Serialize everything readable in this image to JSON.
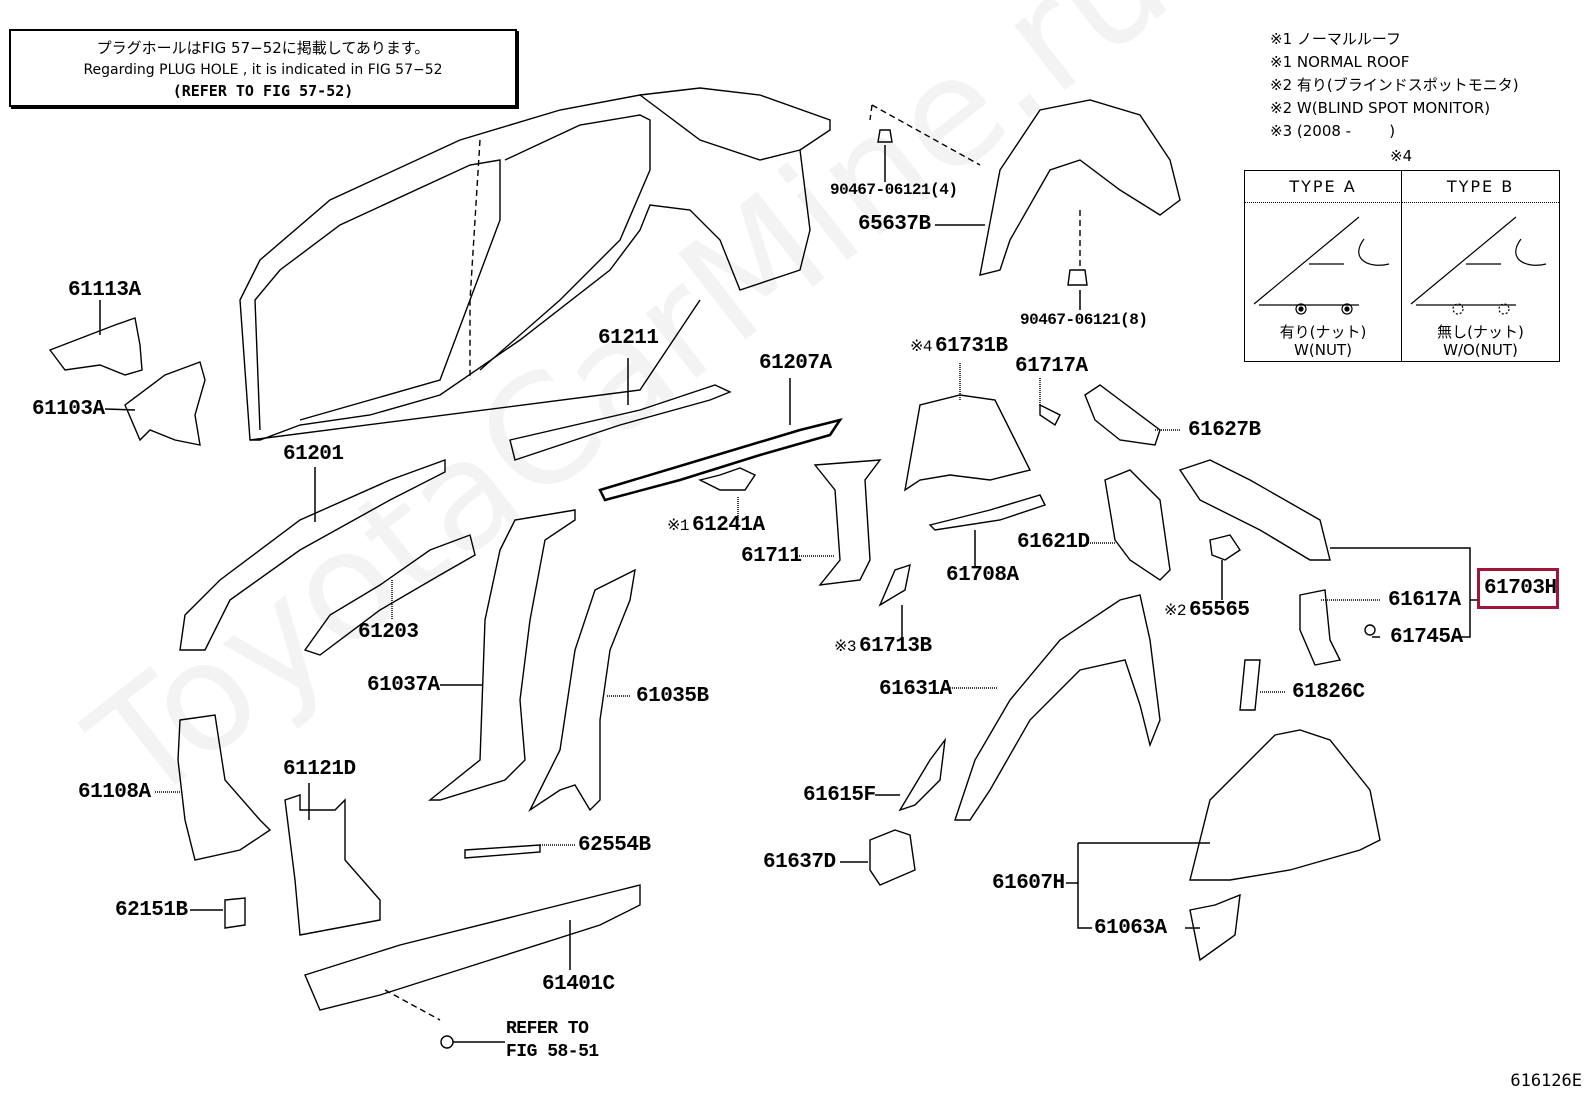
{
  "note": {
    "line_jp": "プラグホールはFIG 57−52に掲載してあります。",
    "line_en": "Regarding PLUG HOLE , it is indicated in FIG 57−52",
    "line_ref": "(REFER TO FIG 57-52)"
  },
  "legend": {
    "items": [
      "※1 ノーマルルーフ",
      "※1 NORMAL ROOF",
      "※2 有り(ブラインドスポットモニタ)",
      "※2 W(BLIND SPOT MONITOR)",
      "※3 (2008 -        )"
    ],
    "mark4": "※4",
    "type_a": {
      "title": "TYPE A",
      "cap_jp": "有り(ナット)",
      "cap_en": "W(NUT)"
    },
    "type_b": {
      "title": "TYPE B",
      "cap_jp": "無し(ナット)",
      "cap_en": "W/O(NUT)"
    }
  },
  "parts": {
    "p90467_4": "90467-06121(4)",
    "p65637B": "65637B",
    "p90467_8": "90467-06121(8)",
    "p61113A": "61113A",
    "p61103A": "61103A",
    "p61211": "61211",
    "p61207A": "61207A",
    "p61731B": "61731B",
    "p61731B_mark": "※4",
    "p61717A": "61717A",
    "p61627B": "61627B",
    "p61201": "61201",
    "p61241A": "61241A",
    "p61241A_mark": "※1",
    "p61711": "61711",
    "p61708A": "61708A",
    "p61621D": "61621D",
    "p65565": "65565",
    "p65565_mark": "※2",
    "p61617A": "61617A",
    "p61703H": "61703H",
    "p61745A": "61745A",
    "p61203": "61203",
    "p61713B": "61713B",
    "p61713B_mark": "※3",
    "p61037A": "61037A",
    "p61035B": "61035B",
    "p61631A": "61631A",
    "p61826C": "61826C",
    "p61108A": "61108A",
    "p61121D": "61121D",
    "p61615F": "61615F",
    "p62554B": "62554B",
    "p61637D": "61637D",
    "p61607H": "61607H",
    "p62151B": "62151B",
    "p61063A": "61063A",
    "p61401C": "61401C",
    "refer_line1": "REFER TO",
    "refer_line2": "FIG 58-51"
  },
  "highlight_color": "#a0163a",
  "figure_number": "616126E",
  "watermark": "ToyotaCarMine.ru"
}
